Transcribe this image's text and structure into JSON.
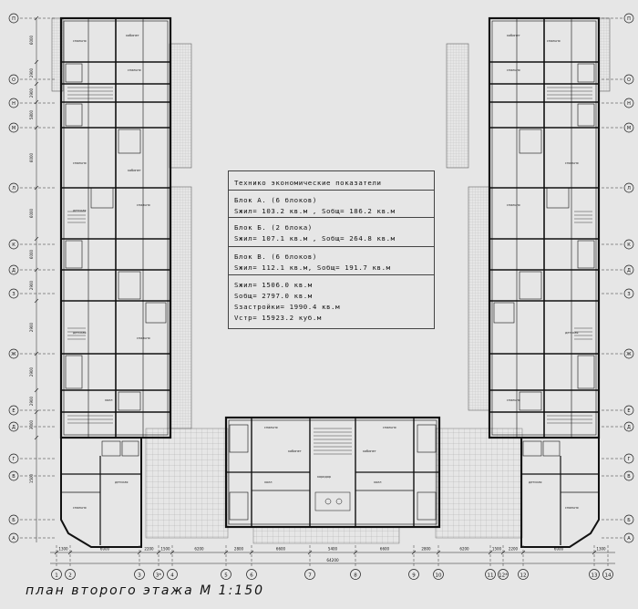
{
  "sheet_title": "план второго этажа М 1:150",
  "tep": {
    "heading": "Технико экономические показатели",
    "block_a_title": "Блок А. (6 блоков)",
    "block_a_values": "Sжил= 103.2 кв.м , Sобщ= 186.2 кв.м",
    "block_b_title": "Блок Б. (2 блока)",
    "block_b_values": "Sжил= 107.1 кв.м , Sобщ= 264.8 кв.м",
    "block_v_title": "Блок В. (6 блоков)",
    "block_v_values": "Sжил= 112.1 кв.м, Sобщ= 191.7 кв.м",
    "total_living": "Sжил= 1506.0 кв.м",
    "total_area": "Sобщ= 2797.0 кв.м",
    "built_area": "Sзастройки= 1990.4 кв.м",
    "volume": "Vстр= 15923.2 куб.м"
  },
  "axes_columns": [
    "1",
    "2",
    "3",
    "3*",
    "4",
    "5",
    "6",
    "7",
    "8",
    "9",
    "10",
    "11",
    "12*",
    "12",
    "13",
    "14"
  ],
  "axes_rows_left": [
    "П",
    "О",
    "Н",
    "М",
    "Л",
    "К",
    "Д",
    "З",
    "Ж",
    "Е",
    "Д",
    "Г",
    "В",
    "Б",
    "А"
  ],
  "axes_rows_right": [
    "П",
    "О",
    "Н",
    "М",
    "Л",
    "К",
    "Д",
    "З",
    "Ж",
    "Е",
    "Д",
    "Г",
    "В",
    "Б",
    "А"
  ],
  "dims_bottom": [
    "1300",
    "6000",
    "2200",
    "1500",
    "6200",
    "2800",
    "6600",
    "5400",
    "6600",
    "2800",
    "6200",
    "1500",
    "2200",
    "6000",
    "1300"
  ],
  "dims_bottom_total": "64200",
  "dims_left": [
    "6000",
    "2900",
    "2900",
    "5800",
    "6000",
    "6000",
    "6000",
    "2900",
    "2900",
    "2900",
    "2900",
    "3000",
    "1500"
  ],
  "room_labels": {
    "bedroom": "спальня",
    "cabinet": "кабинет",
    "children": "детская",
    "hall": "холл",
    "bathroom": "с/у",
    "corridor": "коридор",
    "loft": "зона"
  },
  "colors": {
    "background": "#e6e6e6",
    "wall": "#111111",
    "hatch": "#555555",
    "grid": "#333333"
  }
}
